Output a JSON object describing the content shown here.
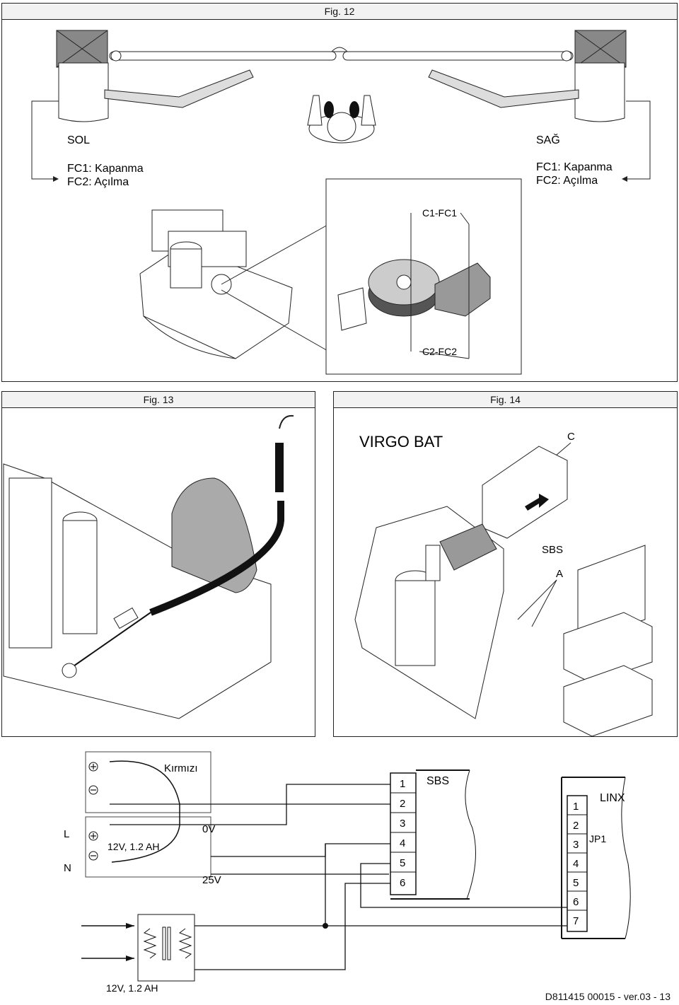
{
  "fig12": {
    "title": "Fig. 12",
    "left_side": "SOL",
    "left_fc1": "FC1: Kapanma",
    "left_fc2": "FC2: Açılma",
    "right_side": "SAĞ",
    "right_fc1": "FC1: Kapanma",
    "right_fc2": "FC2: Açılma",
    "label_c1": "C1-FC1",
    "label_c2": "C2-FC2"
  },
  "fig13": {
    "title": "Fig. 13"
  },
  "fig14": {
    "title": "Fig. 14",
    "product": "VIRGO BAT",
    "label_c": "C",
    "label_sbs": "SBS",
    "label_a": "A"
  },
  "wiring": {
    "red_label": "Kırmızı",
    "batt_label": "12V, 1.2 AH",
    "l_label": "L",
    "n_label": "N",
    "v0_label": "0V",
    "v25_label": "25V",
    "sbs_label": "SBS",
    "sbs_terminals": [
      "1",
      "2",
      "3",
      "4",
      "5",
      "6"
    ],
    "linx_label": "LINX",
    "jp1_label": "JP1",
    "linx_terminals": [
      "1",
      "2",
      "3",
      "4",
      "5",
      "6",
      "7"
    ],
    "transformer_label": "12V, 1.2 AH"
  },
  "footer": "D811415 00015 - ver.03 - 13"
}
